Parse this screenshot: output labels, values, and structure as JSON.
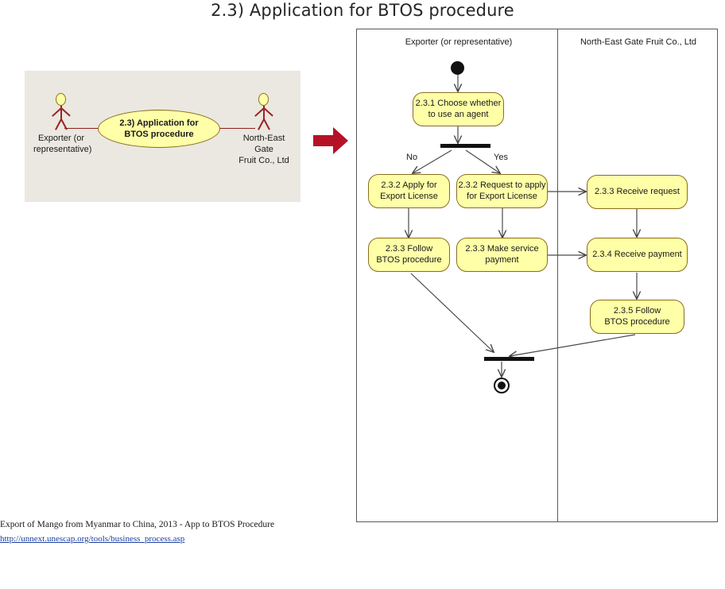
{
  "page": {
    "title": "2.3) Application for BTOS procedure"
  },
  "usecase_panel": {
    "actor_left": {
      "label": "Exporter (or\nrepresentative)"
    },
    "actor_right": {
      "label": "North-East Gate\nFruit Co., Ltd"
    },
    "usecase": {
      "label": "2.3) Application for\nBTOS procedure"
    },
    "colors": {
      "panel_background": "#eae8e0",
      "node_fill": "#ffffa8",
      "node_border": "#8a6d1f",
      "association_line": "#8b1f1f"
    }
  },
  "transition_arrow": {
    "name": "right-arrow",
    "color": "#b51228"
  },
  "activity_diagram": {
    "lanes": [
      {
        "name": "exporter",
        "header": "Exporter (or representative)"
      },
      {
        "name": "company",
        "header": "North-East Gate Fruit Co., Ltd"
      }
    ],
    "nodes": [
      {
        "id": "start",
        "type": "initial-node",
        "lane": "exporter",
        "label": ""
      },
      {
        "id": "n231",
        "type": "action",
        "lane": "exporter",
        "label": "2.3.1 Choose whether\nto use an agent"
      },
      {
        "id": "fork",
        "type": "fork-bar",
        "lane": "exporter",
        "label": ""
      },
      {
        "id": "n232a",
        "type": "action",
        "lane": "exporter",
        "label": "2.3.2 Apply for\nExport License"
      },
      {
        "id": "n232b",
        "type": "action",
        "lane": "exporter",
        "label": "2.3.2 Request to apply\nfor Export License"
      },
      {
        "id": "n233a",
        "type": "action",
        "lane": "exporter",
        "label": "2.3.3 Follow\nBTOS procedure"
      },
      {
        "id": "n233b",
        "type": "action",
        "lane": "exporter",
        "label": "2.3.3 Make service\npayment"
      },
      {
        "id": "n233c",
        "type": "action",
        "lane": "company",
        "label": "2.3.3 Receive request"
      },
      {
        "id": "n234",
        "type": "action",
        "lane": "company",
        "label": "2.3.4 Receive payment"
      },
      {
        "id": "n235",
        "type": "action",
        "lane": "company",
        "label": "2.3.5 Follow\nBTOS procedure"
      },
      {
        "id": "join",
        "type": "join-bar",
        "lane": "exporter",
        "label": ""
      },
      {
        "id": "end",
        "type": "final-node",
        "lane": "exporter",
        "label": ""
      }
    ],
    "guards": [
      {
        "id": "guard-no",
        "label": "No"
      },
      {
        "id": "guard-yes",
        "label": "Yes"
      }
    ],
    "colors": {
      "node_fill": "#ffffa8",
      "node_border": "#8a6d1f",
      "lane_border": "#595959",
      "edge": "#4a4a4a",
      "control_node": "#111111"
    }
  },
  "footer": {
    "caption": "Export of Mango from Myanmar to China, 2013 - App to BTOS Procedure",
    "link": "http://unnext.unescap.org/tools/business_process.asp"
  }
}
